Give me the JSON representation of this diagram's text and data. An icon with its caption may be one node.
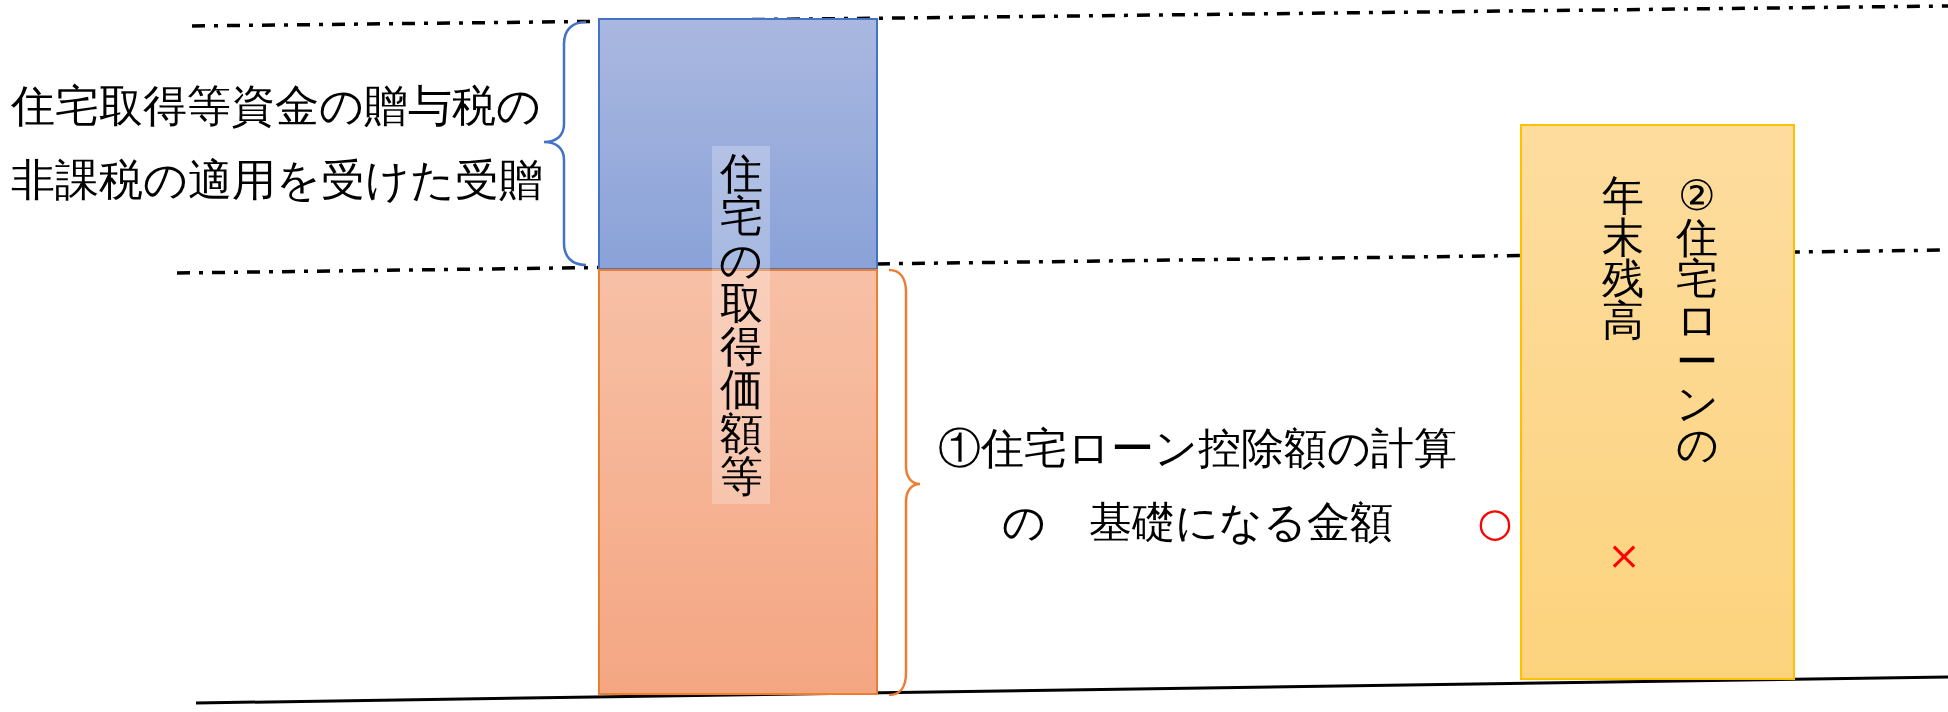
{
  "diagram": {
    "nodes": [
      {
        "text": [],
        "shape": "box"
      },
      {
        "text": [],
        "shape": "box"
      },
      {
        "text": [
          "住宅の取得価額等"
        ]
      },
      {
        "text": [
          "②住宅ローンの年末残高",
          "×"
        ]
      }
    ],
    "labels": [
      "住宅取得等資金の贈与税の非課税の適用を受けた受贈",
      "①住宅ローン控除額の計算の　基礎になる金額",
      "○"
    ]
  }
}
